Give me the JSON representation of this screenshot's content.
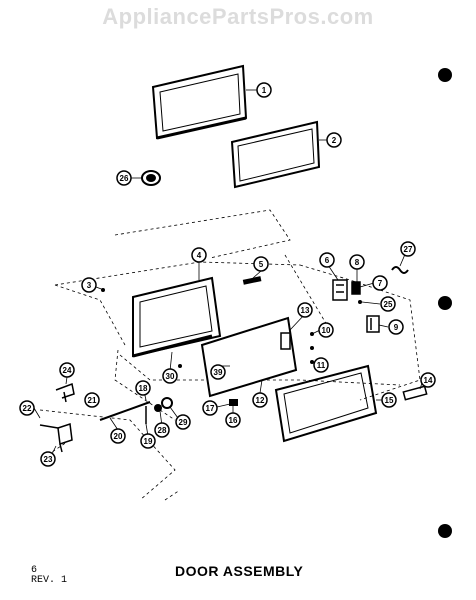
{
  "watermark": "AppliancePartsPros.com",
  "title": "DOOR ASSEMBLY",
  "page_number": "6",
  "revision": "REV. 1",
  "callouts": [
    "1",
    "2",
    "26",
    "4",
    "5",
    "3",
    "6",
    "8",
    "27",
    "7",
    "25",
    "9",
    "13",
    "10",
    "11",
    "30",
    "39",
    "17",
    "16",
    "12",
    "15",
    "14",
    "24",
    "18",
    "21",
    "22",
    "20",
    "19",
    "28",
    "29",
    "23"
  ]
}
